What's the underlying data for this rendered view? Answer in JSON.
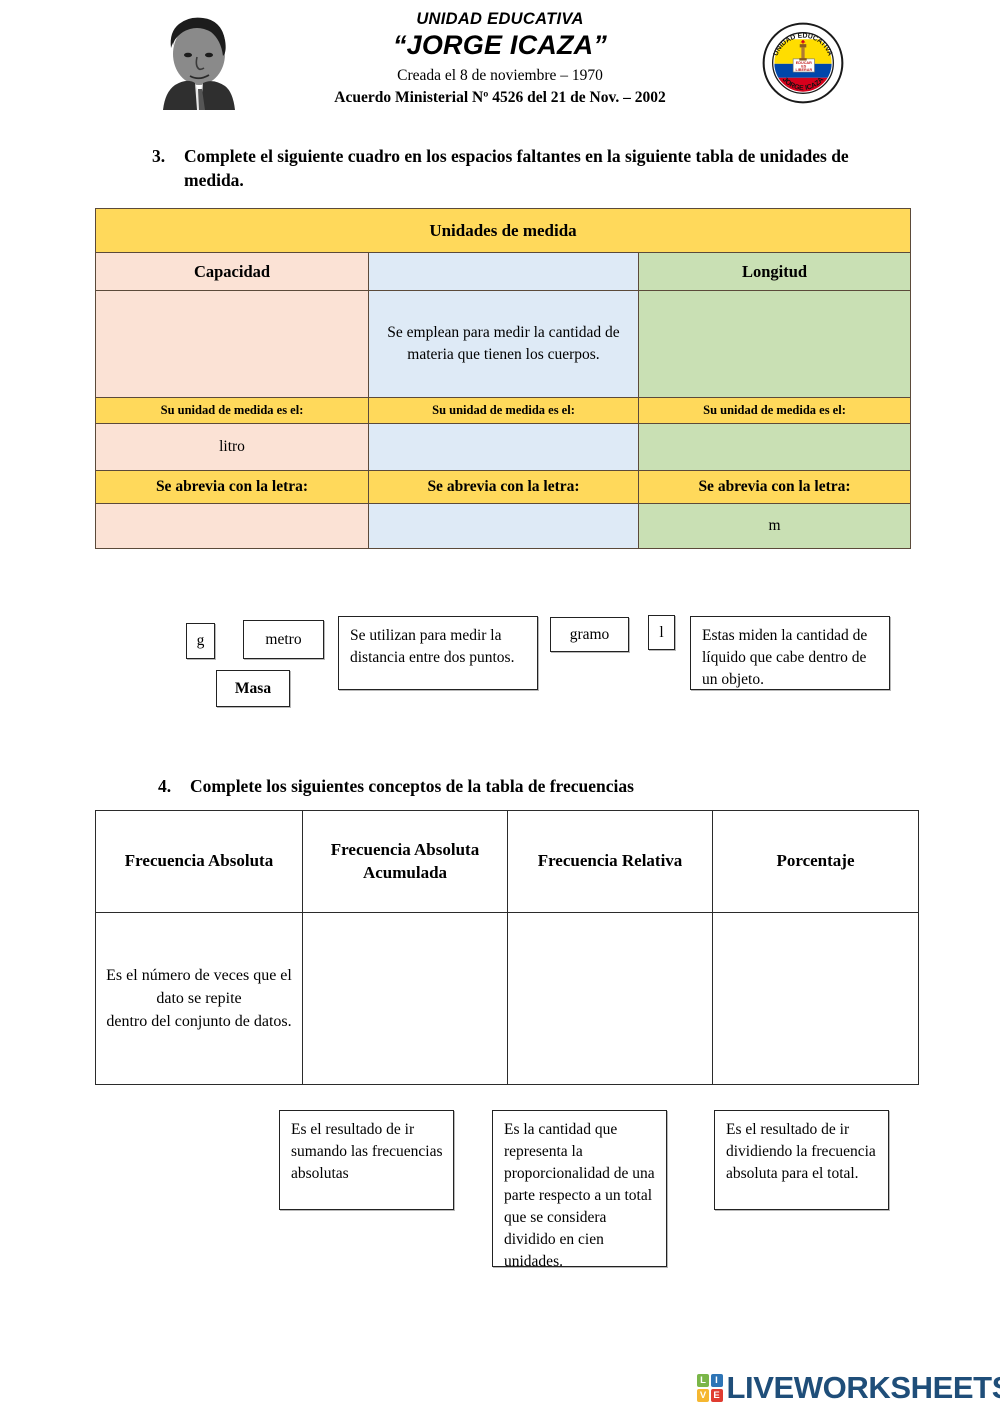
{
  "header": {
    "school_line1": "UNIDAD EDUCATIVA",
    "school_line2": "“JORGE ICAZA”",
    "founded": "Creada el 8 de noviembre – 1970",
    "agreement": "Acuerdo Ministerial Nº 4526 del 21 de Nov. – 2002",
    "portrait_alt": "jorge-icaza-portrait",
    "crest_top_text": "UNIDAD EDUCATIVA",
    "crest_bottom_text": "JORGE ICAZA",
    "crest_motto": "EDUCAR ES LIBERAR"
  },
  "question3": {
    "number": "3.",
    "text": "Complete el siguiente cuadro en los espacios faltantes en la siguiente tabla de unidades de medida."
  },
  "table_units": {
    "title": "Unidades de medida",
    "columns": [
      {
        "name": "Capacidad",
        "color": "#FBE2D5"
      },
      {
        "name": "",
        "color": "#DEEAF6"
      },
      {
        "name": "Longitud",
        "color": "#C9E0B4"
      }
    ],
    "definitions": [
      "",
      "Se emplean para medir la cantidad de materia que tienen los cuerpos.",
      ""
    ],
    "unit_label": "Su unidad de medida es el:",
    "units": [
      "litro",
      "",
      ""
    ],
    "abbrev_label": "Se abrevia con la letra:",
    "abbrevs": [
      "",
      "",
      "m"
    ]
  },
  "tiles_units": [
    {
      "id": "tile-g",
      "text": "g",
      "bold": false
    },
    {
      "id": "tile-metro",
      "text": "metro",
      "bold": false
    },
    {
      "id": "tile-masa",
      "text": "Masa",
      "bold": true
    },
    {
      "id": "tile-distancia",
      "text": "Se utilizan para medir la distancia entre dos puntos.",
      "bold": false
    },
    {
      "id": "tile-gramo",
      "text": "gramo",
      "bold": false
    },
    {
      "id": "tile-l",
      "text": "l",
      "bold": false
    },
    {
      "id": "tile-liquido",
      "text": "Estas miden la cantidad de líquido que cabe dentro de un objeto.",
      "bold": false
    }
  ],
  "question4": {
    "number": "4.",
    "text": "Complete los siguientes conceptos de la tabla de frecuencias"
  },
  "table_frequencies": {
    "headers": [
      "Frecuencia Absoluta",
      "Frecuencia Absoluta Acumulada",
      "Frecuencia Relativa",
      "Porcentaje"
    ],
    "cells": [
      "Es el número de veces que el dato se repite\ndentro del conjunto de datos.",
      "",
      "",
      ""
    ]
  },
  "tiles_frequencies": [
    {
      "id": "tile-acumulada",
      "text": "Es el resultado de ir sumando las frecuencias absolutas"
    },
    {
      "id": "tile-porcentaje",
      "text": "Es la cantidad que representa la proporcionalidad de una parte respecto a un total que se considera dividido en cien unidades."
    },
    {
      "id": "tile-relativa",
      "text": "Es el resultado de ir dividiendo la frecuencia absoluta para el total."
    }
  ],
  "footer": {
    "logo_letters": [
      {
        "char": "L",
        "color": "#7AB648"
      },
      {
        "char": "I",
        "color": "#2E75B6"
      },
      {
        "char": "V",
        "color": "#F5B731"
      },
      {
        "char": "E",
        "color": "#E03C31"
      }
    ],
    "logo_word": "LIVEWORKSHEETS",
    "brand_color": "#1F4E79"
  }
}
